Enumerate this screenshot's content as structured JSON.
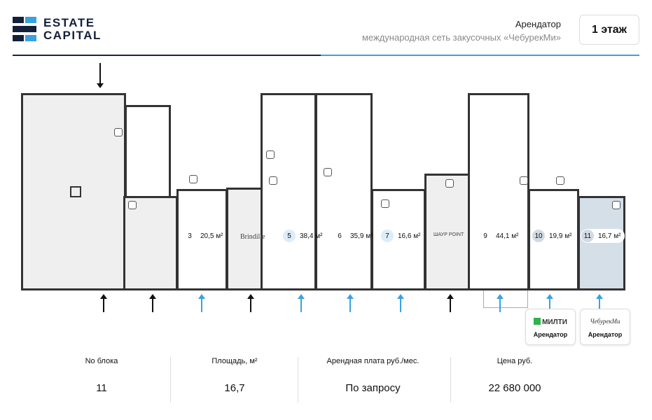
{
  "header": {
    "logo_line1": "ESTATE",
    "logo_line2": "CAPITAL",
    "tenant_label": "Арендатор",
    "tenant_name": "международная сеть закусочных «ЧебурекМи»",
    "floor_button": "1 этаж"
  },
  "colors": {
    "brand_dark": "#1a2538",
    "brand_blue": "#3aa2e0",
    "selected_unit": "#d5dfe8"
  },
  "plan": {
    "units": [
      {
        "num": "3",
        "area": "20,5 м²"
      },
      {
        "brand": "Brindille"
      },
      {
        "num": "5",
        "area": "38,4 м²"
      },
      {
        "num": "6",
        "area": "35,9 м²"
      },
      {
        "num": "7",
        "area": "16,6 м²"
      },
      {
        "brand": "ШАУР POINT"
      },
      {
        "num": "9",
        "area": "44,1 м²"
      },
      {
        "num": "10",
        "area": "19,9 м²"
      },
      {
        "num": "11",
        "area": "16,7 м²"
      }
    ],
    "tenant_cards": [
      {
        "logo": "МИЛТИ",
        "label": "Арендатор"
      },
      {
        "logo": "ЧебурекМи",
        "label": "Арендатор"
      }
    ]
  },
  "table": {
    "headers": [
      "No блока",
      "Площадь, м²",
      "Арендная плата руб./мес.",
      "Цена руб."
    ],
    "values": [
      "11",
      "16,7",
      "По запросу",
      "22 680 000"
    ]
  }
}
